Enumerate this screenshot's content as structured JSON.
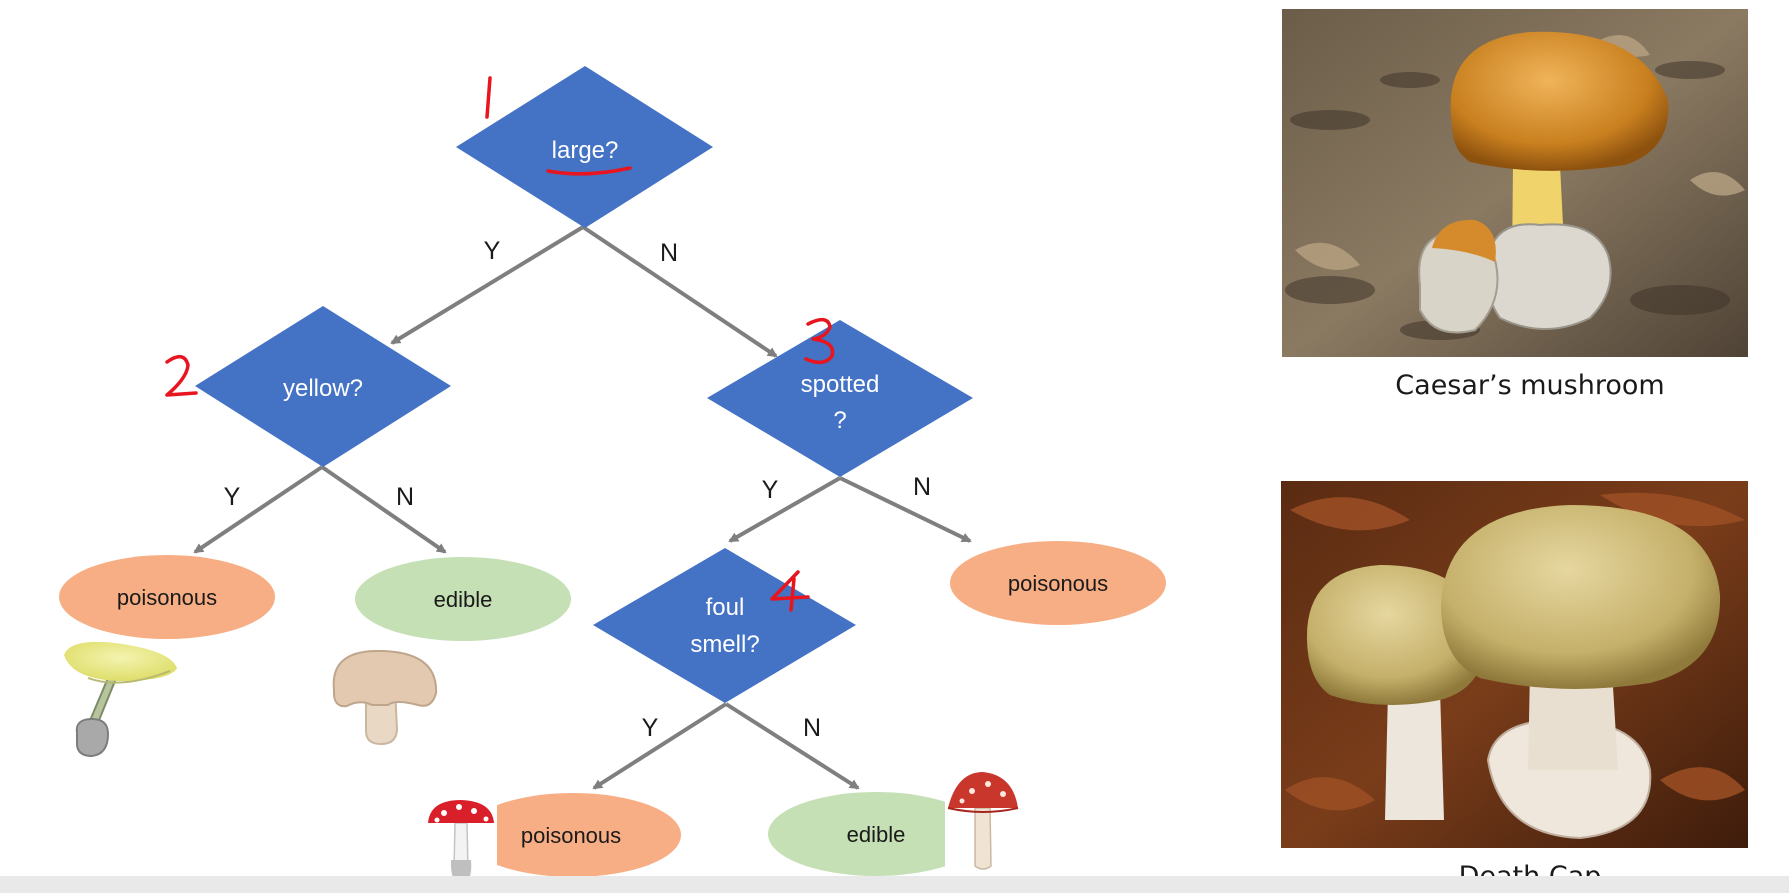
{
  "diagram": {
    "nodes": {
      "large": [
        "large?"
      ],
      "yellow": [
        "yellow?"
      ],
      "spotted": [
        "spotted",
        "?"
      ],
      "foul": [
        "foul",
        "smell?"
      ],
      "leaf_poisonous_1": "poisonous",
      "leaf_edible_1": "edible",
      "leaf_poisonous_2": "poisonous",
      "leaf_poisonous_3": "poisonous",
      "leaf_edible_2": "edible"
    },
    "branch_labels": {
      "large_yes": "Y",
      "large_no": "N",
      "yellow_yes": "Y",
      "yellow_no": "N",
      "spotted_yes": "Y",
      "spotted_no": "N",
      "foul_yes": "Y",
      "foul_no": "N"
    },
    "annotations": {
      "n1": "1",
      "n2": "2",
      "n3": "3",
      "n4": "4"
    },
    "colors": {
      "decision": "#4472c4",
      "poisonous": "#f8ae84",
      "edible": "#c5e0b4",
      "arrow": "#7f7f7f",
      "annotation": "#e8141e"
    }
  },
  "photos": {
    "top_caption": "Caesar’s mushroom",
    "bottom_caption": "Death Cap"
  }
}
